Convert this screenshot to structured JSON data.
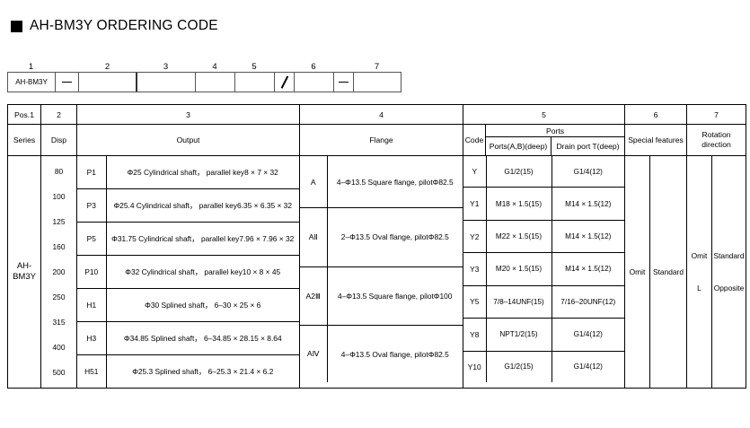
{
  "title": {
    "bullet": "filled-square-bullet",
    "text": "AH-BM3Y ORDERING CODE"
  },
  "ordering_code": {
    "position_numbers": [
      "1",
      "2",
      "3",
      "4",
      "5",
      "6",
      "7"
    ],
    "cells": [
      {
        "label": "AH-BM3Y",
        "type": "series"
      },
      {
        "label": "—",
        "type": "dash"
      },
      {
        "label": "",
        "type": "blank"
      },
      {
        "label": "",
        "type": "blank"
      },
      {
        "label": "",
        "type": "blank"
      },
      {
        "label": "",
        "type": "blank"
      },
      {
        "label": "/",
        "type": "slash"
      },
      {
        "label": "",
        "type": "blank"
      },
      {
        "label": "—",
        "type": "dash"
      },
      {
        "label": "",
        "type": "blank"
      }
    ]
  },
  "table": {
    "pos_headers": {
      "pos1": "Pos.1",
      "pos2": "2",
      "pos3": "3",
      "pos4": "4",
      "pos5": "5",
      "pos6": "6",
      "pos7": "7"
    },
    "name_headers": {
      "series": "Series",
      "disp": "Disp",
      "output": "Output",
      "flange": "Flange",
      "code": "Code",
      "ports": "Ports",
      "ports_ab": "Ports(A,B)(deep)",
      "drain_port": "Drain port T(deep)",
      "special_features": "Special features",
      "rotation_direction": "Rotation\ndirection",
      "rotation_line1": "Rotation",
      "rotation_line2": "direction"
    },
    "series_value": "AH-\nBM3Y",
    "series_line1": "AH-",
    "series_line2": "BM3Y",
    "disp_values": [
      "80",
      "100",
      "125",
      "160",
      "200",
      "250",
      "315",
      "400",
      "500"
    ],
    "output_rows": [
      {
        "code": "P1",
        "desc": "Φ25 Cylindrical shaft， parallel key8 × 7 × 32"
      },
      {
        "code": "P3",
        "desc": "Φ25.4 Cylindrical shaft， parallel key6.35 × 6.35 × 32"
      },
      {
        "code": "P5",
        "desc": "Φ31.75 Cylindrical shaft， parallel key7.96 × 7.96 × 32"
      },
      {
        "code": "P10",
        "desc": "Φ32 Cylindrical shaft， parallel key10 × 8 × 45"
      },
      {
        "code": "H1",
        "desc": "Φ30 Splined shaft， 6–30 × 25 × 6"
      },
      {
        "code": "H3",
        "desc": "Φ34.85 Splined shaft， 6–34.85 × 28.15 × 8.64"
      },
      {
        "code": "H51",
        "desc": "Φ25.3 Splined shaft， 6–25.3 × 21.4 × 6.2"
      }
    ],
    "flange_rows": [
      {
        "code": "A",
        "desc": "4–Φ13.5 Square flange, pilotΦ82.5"
      },
      {
        "code": "AⅡ",
        "desc": "2–Φ13.5 Oval flange, pilotΦ82.5"
      },
      {
        "code": "A2Ⅲ",
        "desc": "4–Φ13.5 Square flange, pilotΦ100"
      },
      {
        "code": "AⅣ",
        "desc": "4–Φ13.5 Oval flange, pilotΦ82.5"
      }
    ],
    "port_rows": [
      {
        "code": "Y",
        "ports_ab": "G1/2(15)",
        "drain": "G1/4(12)"
      },
      {
        "code": "Y1",
        "ports_ab": "M18 × 1.5(15)",
        "drain": "M14 × 1.5(12)"
      },
      {
        "code": "Y2",
        "ports_ab": "M22 × 1.5(15)",
        "drain": "M14 × 1.5(12)"
      },
      {
        "code": "Y3",
        "ports_ab": "M20 × 1.5(15)",
        "drain": "M14 × 1.5(12)"
      },
      {
        "code": "Y5",
        "ports_ab": "7/8–14UNF(15)",
        "drain": "7/16–20UNF(12)"
      },
      {
        "code": "Y8",
        "ports_ab": "NPT1/2(15)",
        "drain": "G1/4(12)"
      },
      {
        "code": "Y10",
        "ports_ab": "G1/2(15)",
        "drain": "G1/4(12)"
      }
    ],
    "special_features": {
      "code": "Omit",
      "value": "Standard"
    },
    "rotation": {
      "code_omit": "Omit",
      "value_standard": "Standard",
      "code_l": "L",
      "value_opposite": "Opposite"
    }
  }
}
